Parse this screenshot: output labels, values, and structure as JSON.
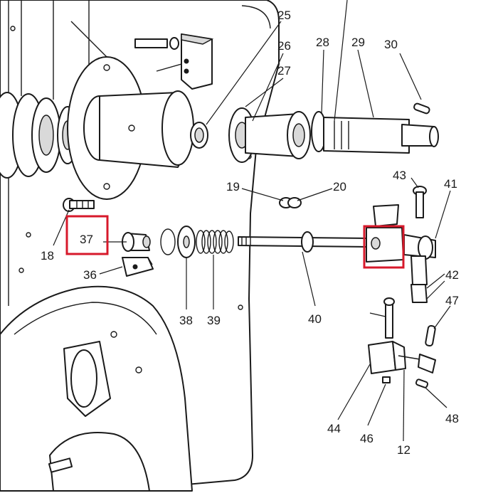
{
  "diagram": {
    "labels": {
      "l12": "12",
      "l18": "18",
      "l19": "19",
      "l20": "20",
      "l25": "25",
      "l26": "26",
      "l27": "27",
      "l28": "28",
      "l29": "29",
      "l30": "30",
      "l36": "36",
      "l37": "37",
      "l38": "38",
      "l39": "39",
      "l40": "40",
      "l41": "41",
      "l42": "42",
      "l43": "43",
      "l44": "44",
      "l46": "46",
      "l47": "47",
      "l48": "48"
    },
    "highlight_color": "#d7192b"
  }
}
